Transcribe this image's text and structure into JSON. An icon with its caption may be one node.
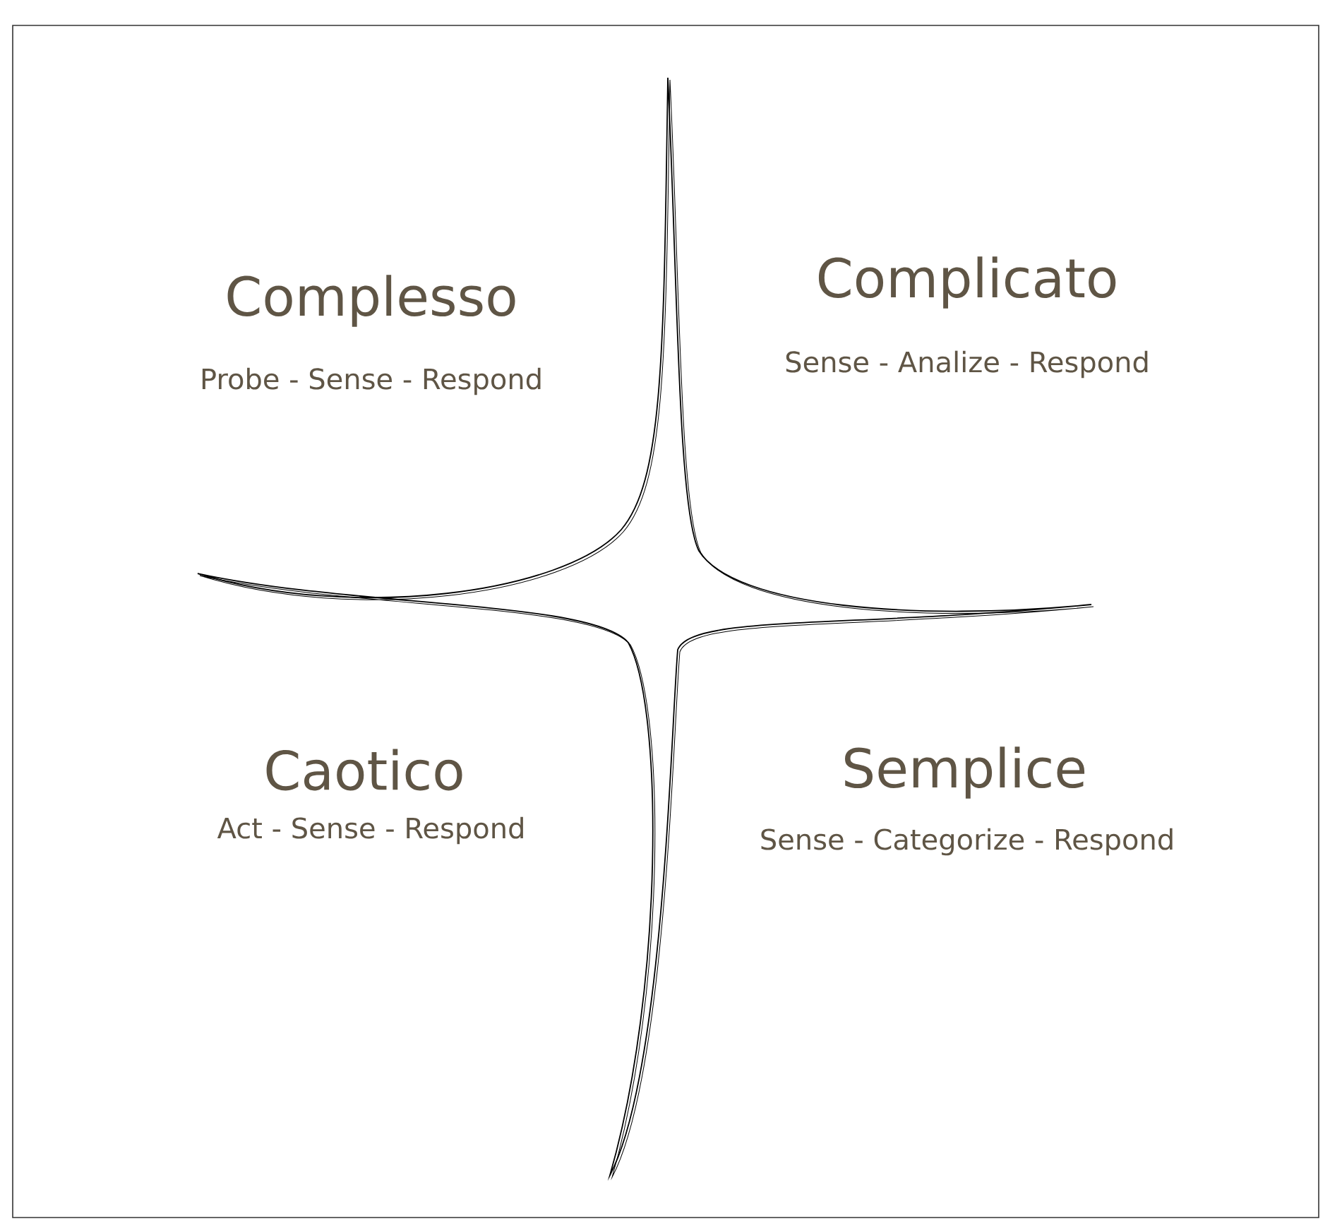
{
  "diagram": {
    "labels": [
      "Complesso",
      "Probe - Sense - Respond",
      "Complicato",
      "Sense - Analize - Respond",
      "Caotico",
      "Act - Sense - Respond",
      "Semplice",
      "Sense - Categorize - Respond"
    ]
  }
}
